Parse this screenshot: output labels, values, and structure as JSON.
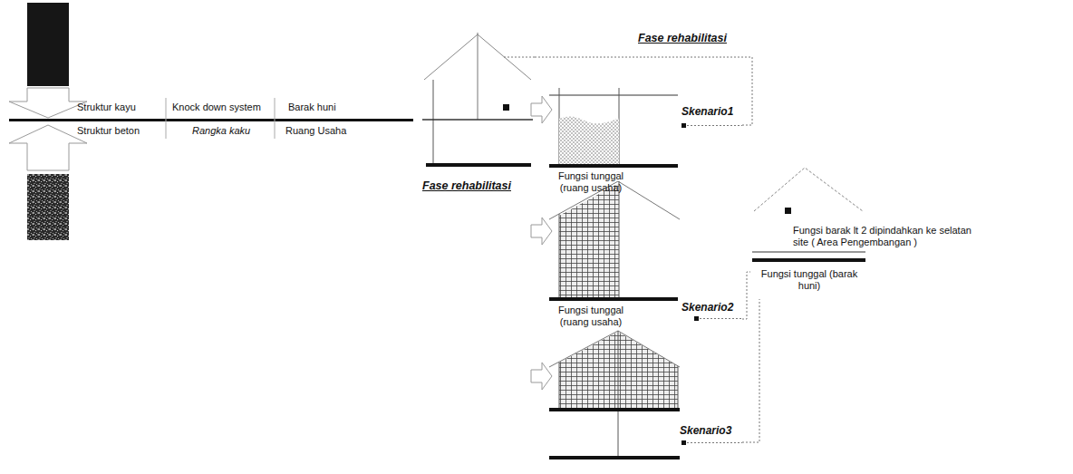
{
  "diagram": {
    "nodes": [
      {
        "text": [
          "Fase rehabilitasi"
        ]
      },
      {
        "text": [
          "Fungsi tunggal (ruang usaha)",
          "Skenario1"
        ]
      },
      {
        "text": [
          "Fungsi tunggal (ruang usaha)",
          "Skenario2"
        ]
      },
      {
        "text": [
          "Skenario3"
        ]
      },
      {
        "text": [
          "Fungsi barak lt 2 dipindahkan ke selatan site ( Area Pengembangan )",
          "Fungsi tunggal (barak huni)"
        ]
      }
    ],
    "edges": [
      {
        "from": 0,
        "to": 1,
        "arrow": "none"
      },
      {
        "from": 2,
        "to": 4,
        "arrow": "none"
      },
      {
        "from": 3,
        "to": 4,
        "arrow": "none"
      }
    ],
    "labels": [
      "Struktur kayu",
      "Knock down system",
      "Barak huni",
      "Struktur beton",
      "Rangka kaku",
      "Ruang Usaha",
      "Fase rehabilitasi"
    ]
  }
}
